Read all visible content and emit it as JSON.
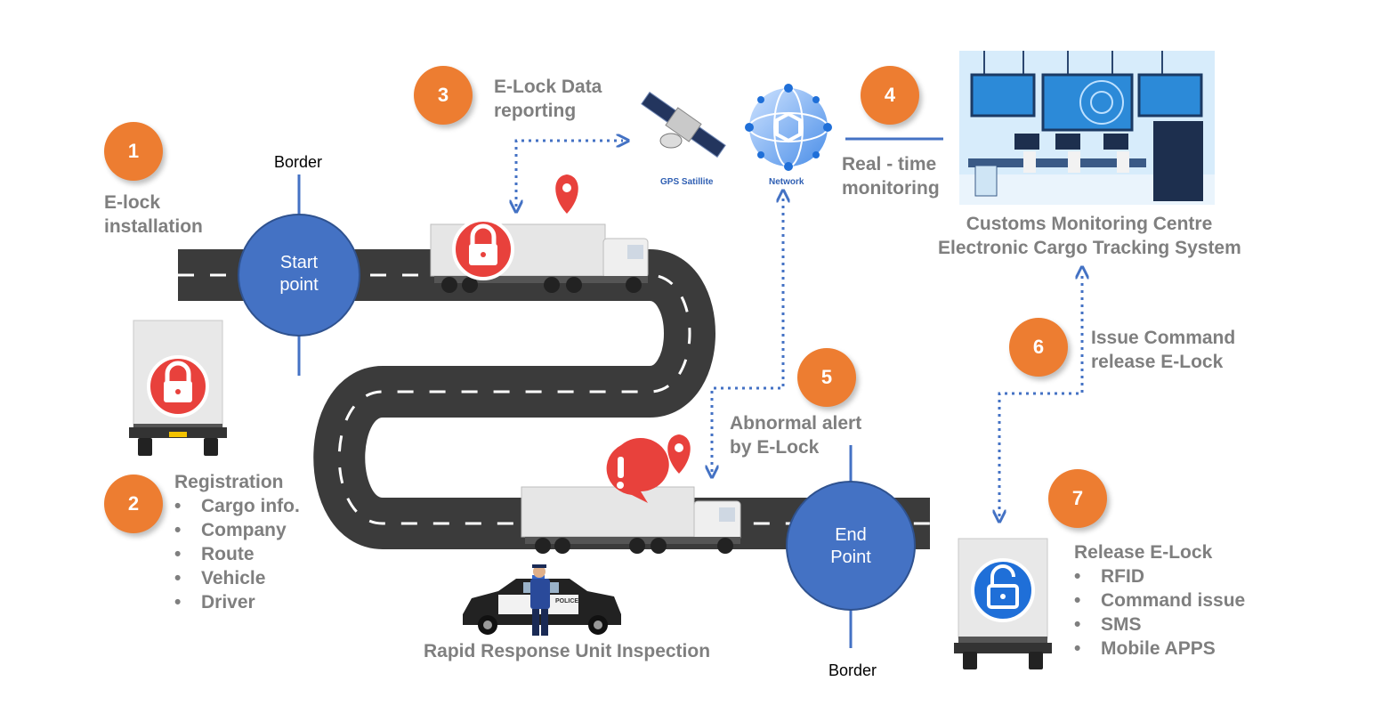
{
  "steps": [
    {
      "number": "1",
      "label_lines": [
        "E-lock",
        "installation"
      ]
    },
    {
      "number": "2",
      "title": "Registration",
      "items": [
        "Cargo info.",
        "Company",
        "Route",
        "Vehicle",
        "Driver"
      ]
    },
    {
      "number": "3",
      "label_lines": [
        "E-Lock Data",
        "reporting"
      ]
    },
    {
      "number": "4",
      "label_lines": [
        "Real - time",
        "monitoring"
      ]
    },
    {
      "number": "5",
      "label_lines": [
        "Abnormal alert",
        "by E-Lock"
      ]
    },
    {
      "number": "6",
      "label_lines": [
        "Issue Command",
        "release E-Lock"
      ]
    },
    {
      "number": "7",
      "title": "Release E-Lock",
      "items": [
        "RFID",
        "Command issue",
        "SMS",
        "Mobile APPS"
      ]
    }
  ],
  "border_label": "Border",
  "start_point_lines": [
    "Start",
    "point"
  ],
  "end_point_lines": [
    "End",
    "Point"
  ],
  "gps_label": "GPS Satillite",
  "network_label": "Network",
  "monitoring_centre_lines": [
    "Customs Monitoring Centre",
    "Electronic Cargo Tracking System"
  ],
  "rapid_response_label": "Rapid Response Unit Inspection",
  "bullet_char": "•",
  "police_car_text": "POLICE",
  "colors": {
    "badge": "#ed7d31",
    "circle": "#4472c4",
    "road": "#3b3b3b",
    "lock_red": "#e8413c",
    "unlock_blue": "#1f6fd8",
    "label_gray": "#7f7f7f",
    "arrow_blue": "#4472c4"
  },
  "icons": [
    "lock-icon",
    "unlock-icon",
    "alert-icon",
    "map-pin-icon",
    "satellite-icon",
    "network-globe-icon",
    "truck-icon",
    "police-car-icon",
    "monitoring-room-icon"
  ]
}
